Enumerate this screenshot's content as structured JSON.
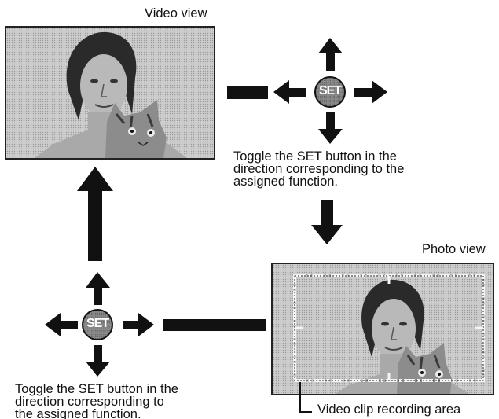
{
  "video_view": {
    "label": "Video view"
  },
  "photo_view": {
    "label": "Photo view",
    "recording_area_label": "Video clip recording area"
  },
  "set_button": {
    "text": "SET"
  },
  "instruction_top": {
    "line1": "Toggle the SET button in the",
    "line2": "direction corresponding to the",
    "line3": "assigned function."
  },
  "instruction_bottom": {
    "line1": "Toggle the SET button in the",
    "line2": "direction corresponding to",
    "line3": "the assigned function."
  }
}
